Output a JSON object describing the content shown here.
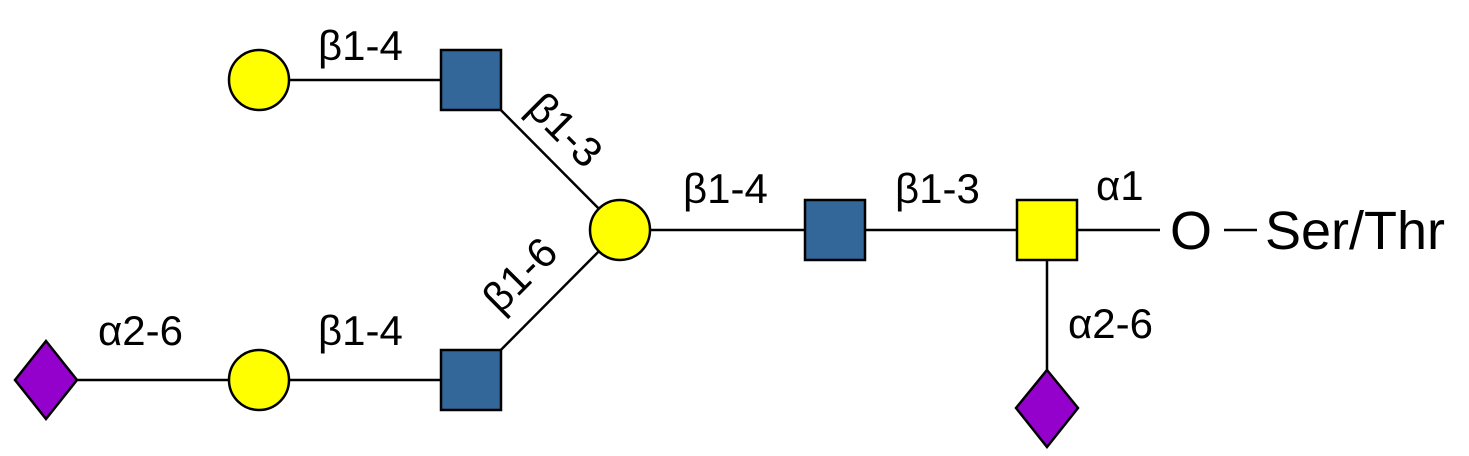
{
  "colors": {
    "galactose": "#FFFF00",
    "glcnac": "#336699",
    "galnac": "#FFFF00",
    "neu5ac": "#9400CC"
  },
  "residues": {
    "gal_top": "galactose",
    "glcnac_top": "glcnac",
    "gal_branch": "galactose",
    "glcnac_bottom": "glcnac",
    "gal_bottom": "galactose",
    "neu5ac_left": "neu5ac",
    "glcnac_core": "glcnac",
    "galnac_core": "galnac",
    "neu5ac_core": "neu5ac"
  },
  "linkages": {
    "gal_top_to_glcnac_top": "β1-4",
    "glcnac_top_to_gal_branch": "β1-3",
    "glcnac_bottom_to_gal_branch": "β1-6",
    "gal_bottom_to_glcnac_bottom": "β1-4",
    "neu5ac_left_to_gal_bottom": "α2-6",
    "gal_branch_to_glcnac_core": "β1-4",
    "glcnac_core_to_galnac": "β1-3",
    "galnac_to_o": "α1",
    "neu5ac_core_to_galnac": "α2-6"
  },
  "aglycone": {
    "oxygen": "O",
    "amino_acid": "Ser/Thr"
  }
}
